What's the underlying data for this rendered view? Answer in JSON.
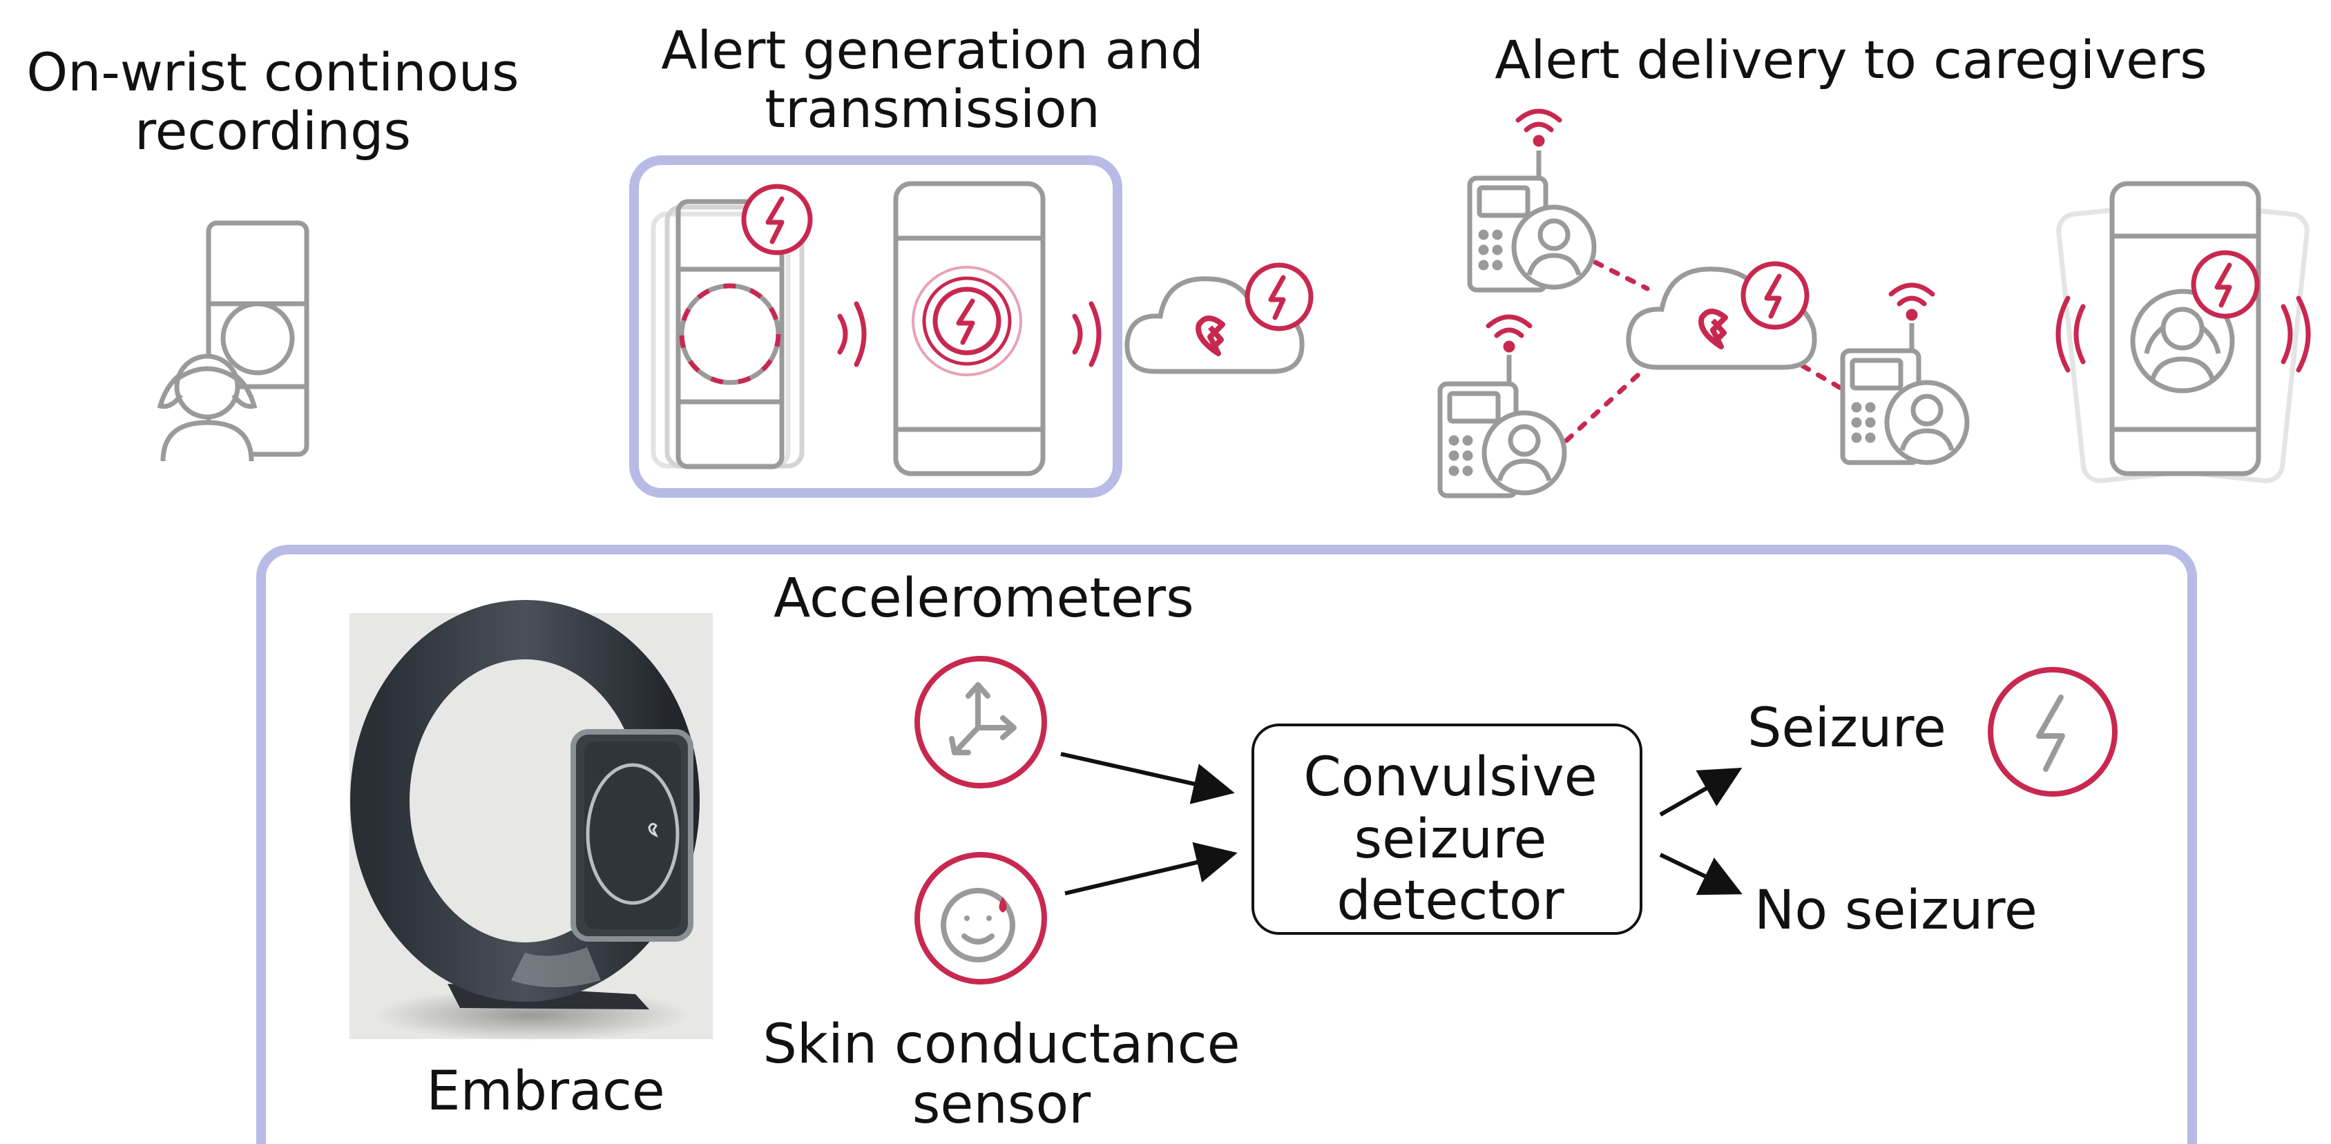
{
  "headings": {
    "stage1_line1": "On-wrist continous",
    "stage1_line2": "recordings",
    "stage2_line1": "Alert generation and",
    "stage2_line2": "transmission",
    "stage3": "Alert delivery to caregivers"
  },
  "detail": {
    "accelerometers": "Accelerometers",
    "skin_line1": "Skin conductance",
    "skin_line2": "sensor",
    "detector_line1": "Convulsive",
    "detector_line2": "seizure",
    "detector_line3": "detector",
    "seizure": "Seizure",
    "no_seizure": "No seizure",
    "device_label": "Embrace"
  },
  "colors": {
    "accent": "#c8284f",
    "icon_gray": "#9a9a9a",
    "frame": "#b7bbe6"
  }
}
